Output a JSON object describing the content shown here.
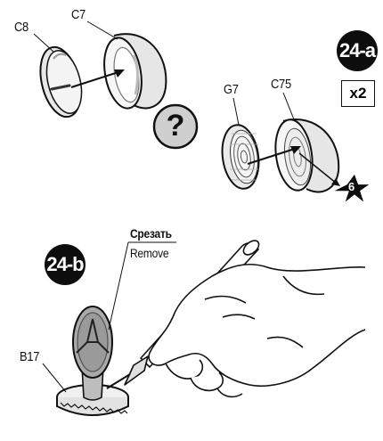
{
  "step_a": {
    "badge": "24-a",
    "quantity": "x2"
  },
  "step_b": {
    "badge": "24-b"
  },
  "parts": {
    "c8": "C8",
    "c7": "C7",
    "g7": "G7",
    "c75": "C75",
    "b17": "B17"
  },
  "question_mark": "?",
  "reference_star": "6",
  "instruction": {
    "cut_ru": "Срезать",
    "remove_en": "Remove"
  }
}
